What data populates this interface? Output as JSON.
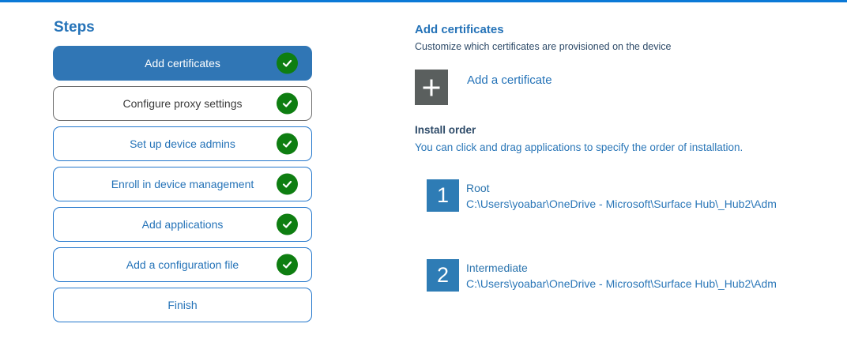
{
  "sidebar": {
    "title": "Steps",
    "steps": [
      {
        "label": "Add certificates",
        "state": "active",
        "checked": true
      },
      {
        "label": "Configure proxy settings",
        "state": "gray",
        "checked": true
      },
      {
        "label": "Set up device admins",
        "state": "normal",
        "checked": true
      },
      {
        "label": "Enroll in device management",
        "state": "normal",
        "checked": true
      },
      {
        "label": "Add applications",
        "state": "normal",
        "checked": true
      },
      {
        "label": "Add a configuration file",
        "state": "normal",
        "checked": true
      },
      {
        "label": "Finish",
        "state": "normal",
        "checked": false
      }
    ]
  },
  "main": {
    "section_title": "Add certificates",
    "section_subtitle": "Customize which certificates are provisioned on the device",
    "add_button_label": "Add a certificate",
    "install_order": {
      "title": "Install order",
      "description": "You can click and drag applications to specify the order of installation.",
      "items": [
        {
          "order": "1",
          "name": "Root",
          "path": "C:\\Users\\yoabar\\OneDrive - Microsoft\\Surface Hub\\_Hub2\\Adm"
        },
        {
          "order": "2",
          "name": "Intermediate",
          "path": "C:\\Users\\yoabar\\OneDrive - Microsoft\\Surface Hub\\_Hub2\\Adm"
        }
      ]
    }
  },
  "colors": {
    "accent_line": "#0b79d7",
    "active_step_bg": "#3076b5",
    "step_border": "#2377cc",
    "step_text": "#2573b8",
    "check_green": "#0e7e11",
    "plus_tile_gray": "#5a5f5e",
    "number_tile_blue": "#2e7cb5",
    "navy_text": "#2d4a68",
    "body_blue_text": "#2b77b8"
  }
}
